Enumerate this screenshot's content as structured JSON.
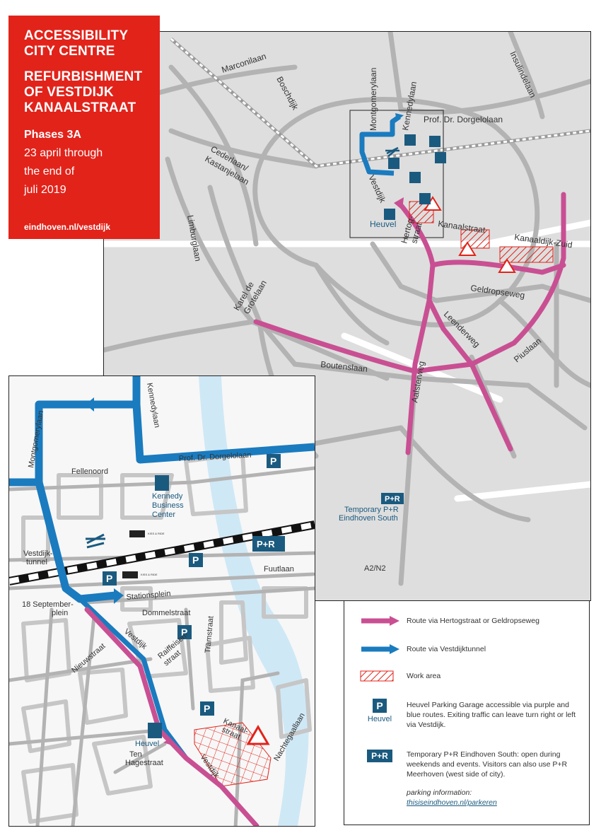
{
  "title_panel": {
    "line1": "ACCESSIBILITY",
    "line2": "CITY CENTRE",
    "line3": "REFURBISHMENT",
    "line4": "OF VESTDIJK",
    "line5": "KANAALSTRAAT",
    "phase": "Phases 3A",
    "date1": "23 april through",
    "date2": "the end of",
    "date3": "juli 2019",
    "url": "eindhoven.nl/vestdijk"
  },
  "colors": {
    "route_purple": "#c94f93",
    "route_blue": "#1a7bbf",
    "work_red": "#e2231a",
    "parking_blue": "#1b5a7f",
    "water": "#cfe8f6",
    "road": "#b3b3b3"
  },
  "overview_labels": {
    "marconilaan": "Marconilaan",
    "boschdijk": "Boschdijk",
    "montgomerylaan": "Montgomerylaan",
    "kennedylaan": "Kennedylaan",
    "insulindelaan": "Insulindelaan",
    "dorgelolaan": "Prof. Dr. Dorgelolaan",
    "cederlaan1": "Cederlaan/",
    "cederlaan2": "Kastanjelaan",
    "limburglaan": "Limburglaan",
    "vestdijk": "Vestdijk",
    "heuvel": "Heuvel",
    "kanaalstraat": "Kanaalstraat",
    "kanaaldijk": "Kanaaldijk-Zuid",
    "hertogstraat1": "Hertog-",
    "hertogstraat2": "straat",
    "geldropseweg": "Geldropseweg",
    "karel1": "Karel de",
    "karel2": "Grotelaan",
    "leenderweg": "Leenderweg",
    "piuslaan": "Piuslaan",
    "boutenslaan": "Boutenslaan",
    "aalsterweg": "Aalsterweg",
    "pr_badge": "P+R",
    "pr_line1": "Temporary P+R",
    "pr_line2": "Eindhoven South",
    "a2n2": "A2/N2"
  },
  "detail_labels": {
    "kennedylaan": "Kennedylaan",
    "montgomerylaan": "Montgomerylaan",
    "dorgelolaan": "Prof. Dr. Dorgelolaan",
    "fellenoord": "Fellenoord",
    "kbc1": "Kennedy",
    "kbc2": "Business",
    "kbc3": "Center",
    "vestdijktunnel1": "Vestdijk-",
    "vestdijktunnel2": "tunnel",
    "pr_badge": "P+R",
    "fuutlaan": "Fuutlaan",
    "stationsplein": "Stationsplein",
    "septemberplein1": "18 September-",
    "septemberplein2": "plein",
    "dommelstraat": "Dommelstraat",
    "vestdijk": "Vestdijk",
    "raiffeisen1": "Raiffeisen-",
    "raiffeisen2": "straat",
    "nieuwstraat": "Nieuwstraat",
    "tramstraat": "Tramstraat",
    "heuvel": "Heuvel",
    "tenhage1": "Ten",
    "tenhage2": "Hagestraat",
    "kanaalstraat1": "Kanaal-",
    "kanaalstraat2": "straat",
    "vestdijk2": "Vestdijk",
    "nachtegaallaan": "Nachtegaallaan",
    "kiss_ride": "KISS & RIDE"
  },
  "legend": {
    "purple_route": "Route via Hertogstraat or Geldropseweg",
    "blue_route": "Route via Vestdijktunnel",
    "work_area": "Work area",
    "heuvel_label": "Heuvel",
    "heuvel_text": "Heuvel Parking Garage accessible via purple and blue routes. Exiting traffic can leave turn right or left via Vestdijk.",
    "pr_badge": "P+R",
    "pr_text": "Temporary P+R Eindhoven South: open during weekends and events. Visitors can also use P+R Meerhoven (west side of city).",
    "parking_info": "parking information:",
    "parking_link": "thisiseindhoven.nl/parkeren"
  }
}
